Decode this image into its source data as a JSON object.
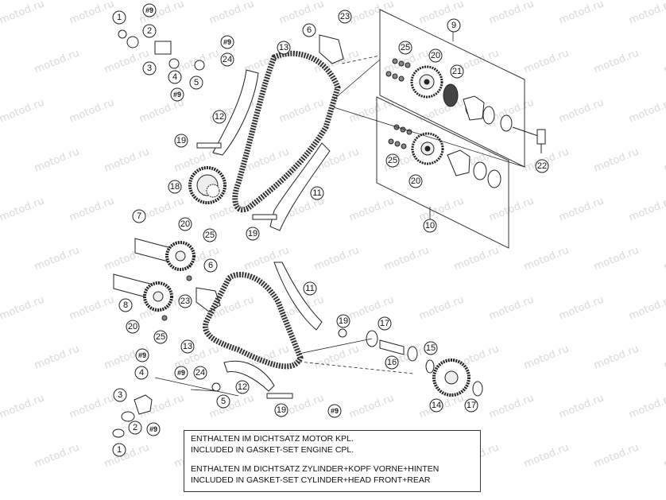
{
  "watermark": "motod.ru",
  "callouts": {
    "c1": "1",
    "c2": "2",
    "c3": "3",
    "c4": "4",
    "c5": "5",
    "c6": "6",
    "c7": "7",
    "c8": "8",
    "c9": "9",
    "c10": "10",
    "c11": "11",
    "c12": "12",
    "c13": "13",
    "c14": "14",
    "c15": "15",
    "c16": "16",
    "c17": "17",
    "c18": "18",
    "c19": "19",
    "c20": "20",
    "c21": "21",
    "c22": "22",
    "c23": "23",
    "c24": "24",
    "c25": "25",
    "gasket": "#9"
  },
  "note": {
    "line1": "ENTHALTEN IM DICHTSATZ MOTOR KPL.",
    "line2": "INCLUDED IN GASKET-SET ENGINE CPL.",
    "line3": "ENTHALTEN IM DICHTSATZ ZYLINDER+KOPF VORNE+HINTEN",
    "line4": "INCLUDED IN GASKET-SET CYLINDER+HEAD FRONT+REAR"
  }
}
